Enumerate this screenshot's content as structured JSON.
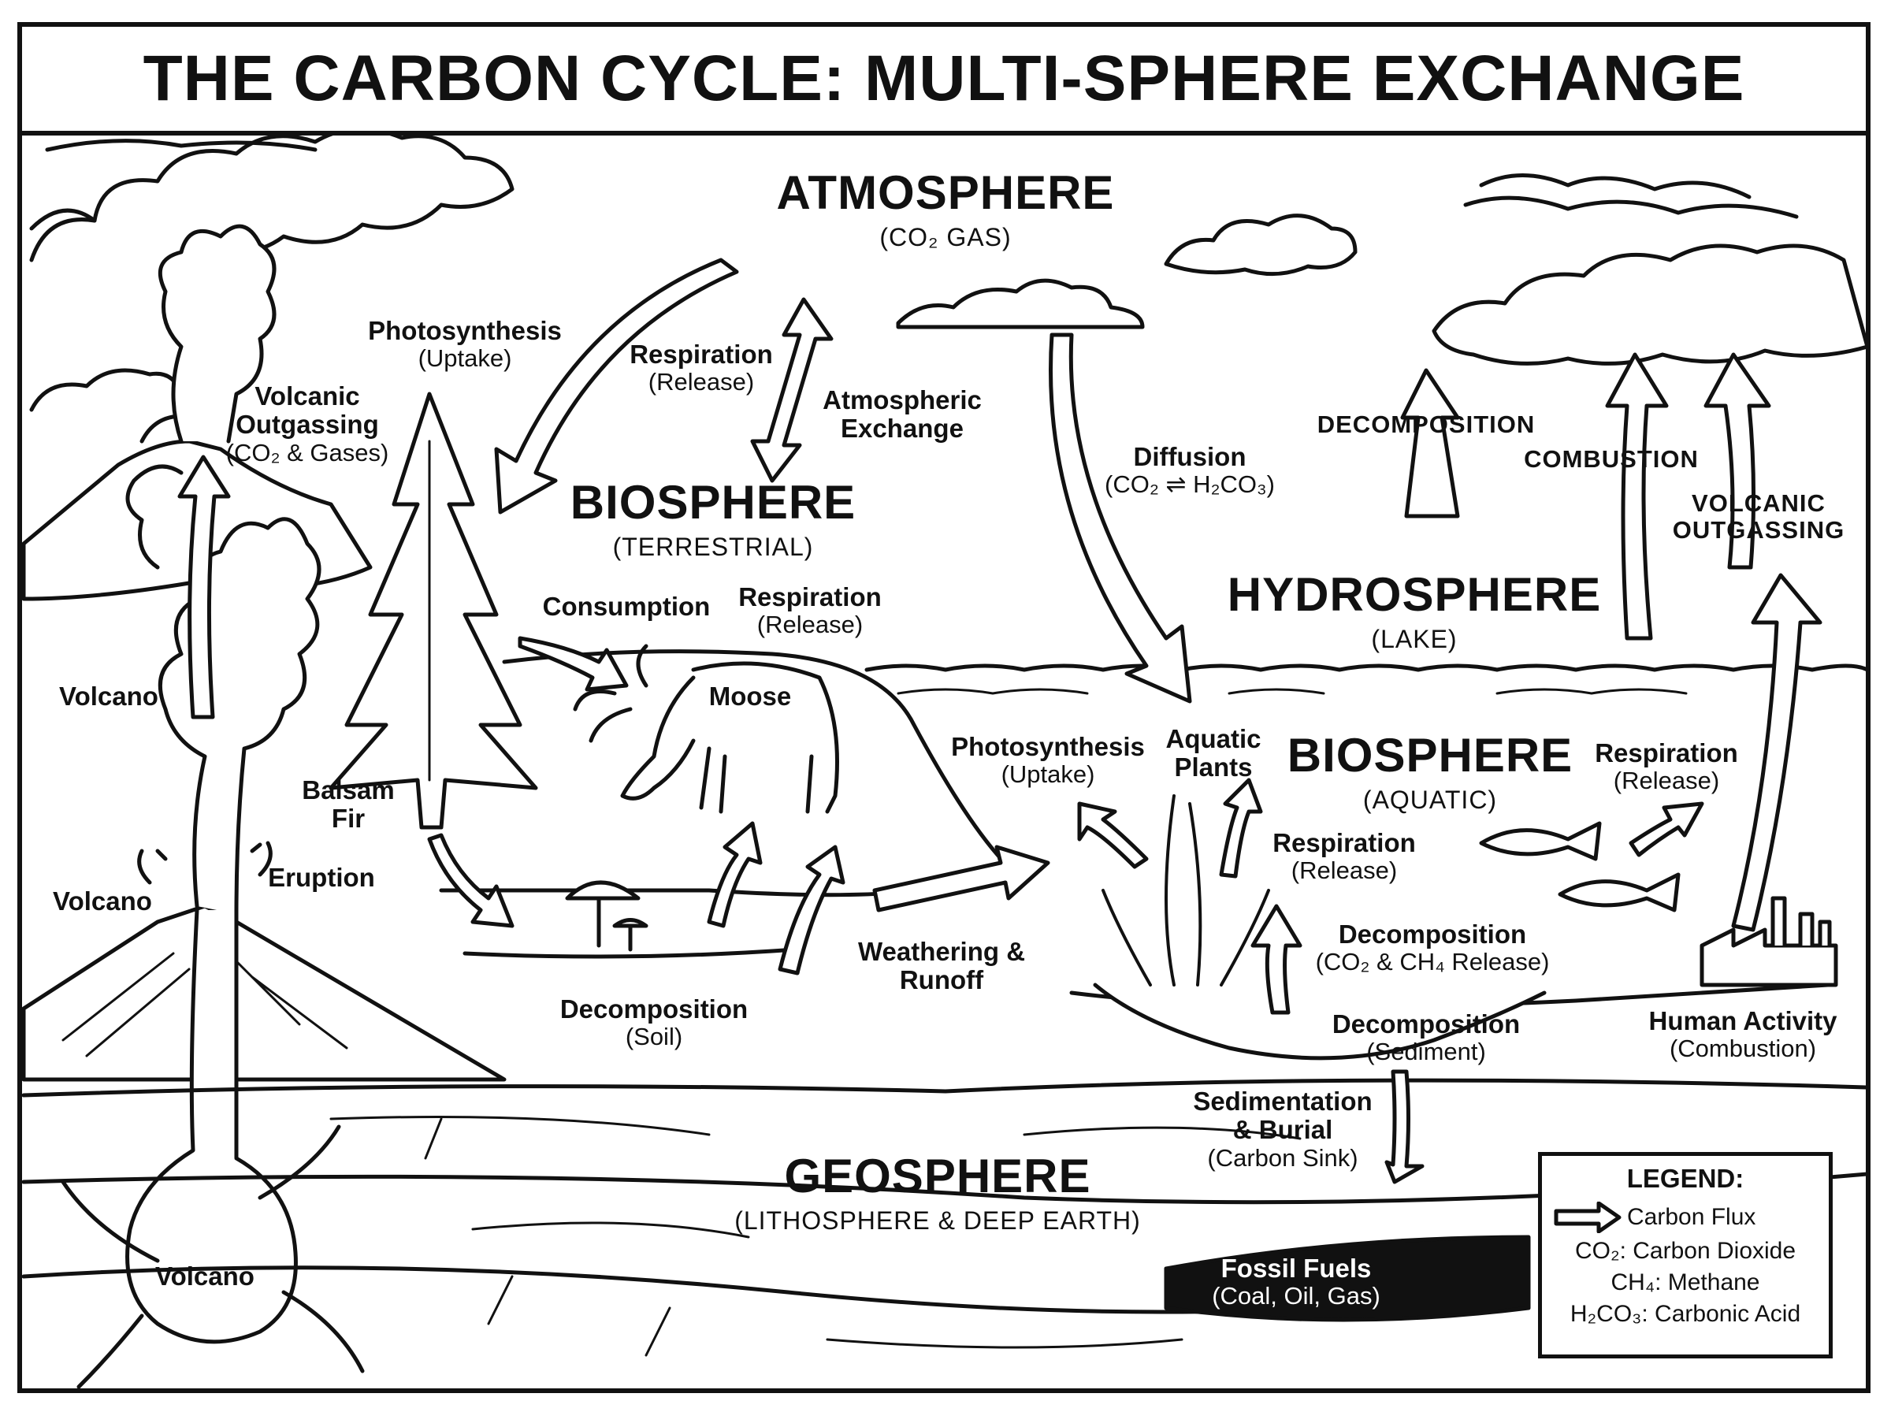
{
  "title": "THE CARBON CYCLE: MULTI-SPHERE EXCHANGE",
  "spheres": {
    "atmosphere": {
      "name": "ATMOSPHERE",
      "sub": "(CO₂ GAS)"
    },
    "biosphere_terrestrial": {
      "name": "BIOSPHERE",
      "sub": "(TERRESTRIAL)"
    },
    "hydrosphere": {
      "name": "HYDROSPHERE",
      "sub": "(LAKE)"
    },
    "biosphere_aquatic": {
      "name": "BIOSPHERE",
      "sub": "(AQUATIC)"
    },
    "geosphere": {
      "name": "GEOSPHERE",
      "sub": "(LITHOSPHERE & DEEP EARTH)"
    }
  },
  "labels": {
    "photosynthesis_uptake": {
      "main": "Photosynthesis",
      "sub": "(Uptake)"
    },
    "volcanic_outgassing": {
      "main": "Volcanic Outgassing",
      "sub": "(CO₂ & Gases)"
    },
    "respiration_release_top": {
      "main": "Respiration",
      "sub": "(Release)"
    },
    "atmospheric_exchange": "Atmospheric Exchange",
    "diffusion": {
      "main": "Diffusion",
      "sub": "(CO₂ ⇌ H₂CO₃)"
    },
    "decomposition_up": "DECOMPOSITION",
    "combustion_up": "COMBUSTION",
    "volcanic_outgassing_caps": "VOLCANIC OUTGASSING",
    "consumption": "Consumption",
    "respiration_release_moose": {
      "main": "Respiration",
      "sub": "(Release)"
    },
    "moose": "Moose",
    "volcano_cloud": "Volcano",
    "balsam_fir": "Balsam Fir",
    "eruption": "Eruption",
    "volcano_side": "Volcano",
    "decomposition_soil": {
      "main": "Decomposition",
      "sub": "(Soil)"
    },
    "weathering_runoff": "Weathering & Runoff",
    "photosynthesis_aquatic": {
      "main": "Photosynthesis",
      "sub": "(Uptake)"
    },
    "aquatic_plants": "Aquatic Plants",
    "respiration_aquatic_plants": {
      "main": "Respiration",
      "sub": "(Release)"
    },
    "respiration_fish": {
      "main": "Respiration",
      "sub": "(Release)"
    },
    "decomposition_lake": {
      "main": "Decomposition",
      "sub": "(CO₂ & CH₄ Release)"
    },
    "decomposition_sediment": {
      "main": "Decomposition",
      "sub": "(Sediment)"
    },
    "human_activity": {
      "main": "Human Activity",
      "sub": "(Combustion)"
    },
    "sedimentation": {
      "main": "Sedimentation & Burial",
      "sub": "(Carbon Sink)"
    },
    "fossil_fuels": {
      "main": "Fossil Fuels",
      "sub": "(Coal, Oil, Gas)"
    },
    "volcano_chamber": "Volcano"
  },
  "legend": {
    "title": "LEGEND:",
    "flux": "Carbon Flux",
    "co2": "CO₂: Carbon Dioxide",
    "ch4": "CH₄: Methane",
    "h2co3": "H₂CO₃: Carbonic Acid"
  },
  "colors": {
    "ink": "#111111",
    "paper": "#ffffff"
  },
  "icons": [
    "flux-arrow-icon",
    "factory-icon",
    "fish-icon",
    "mushroom-icon",
    "tree-icon",
    "moose-icon",
    "volcano-icon",
    "cloud-icon"
  ]
}
